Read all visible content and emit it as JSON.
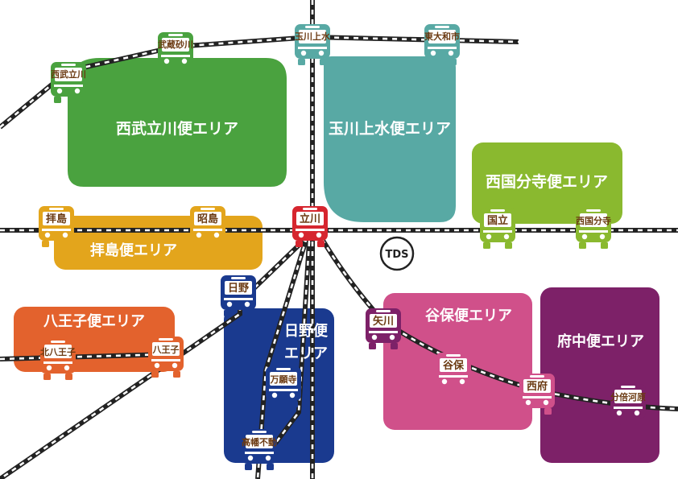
{
  "colors": {
    "seibu_tachikawa": "#4aa23f",
    "tamagawa_josui": "#58a9a4",
    "nishi_kokubunji": "#8ab92f",
    "haijima": "#e3a51c",
    "hachioji": "#e3622d",
    "hino": "#1a3a8f",
    "yaho": "#d0508a",
    "fuchu": "#7d2168",
    "tachikawa_hub": "#d6262f",
    "station_text": "#6b3a12",
    "rail_dark": "#222222"
  },
  "zones": {
    "seibu_tachikawa": "西武立川便エリア",
    "tamagawa_josui": "玉川上水便エリア",
    "nishi_kokubunji": "西国分寺便エリア",
    "haijima": "拝島便エリア",
    "hachioji": "八王子便エリア",
    "hino_line1": "日野便",
    "hino_line2": "エリア",
    "yaho": "谷保便エリア",
    "fuchu": "府中便エリア"
  },
  "stations": {
    "seibu_tachikawa": "西武立川",
    "musashi_sunagawa": "武蔵砂川",
    "tamagawa_josui": "玉川上水",
    "higashi_yamato": "東大和市",
    "haijima": "拝島",
    "akishima": "昭島",
    "tachikawa": "立川",
    "kunitachi": "国立",
    "nishi_kokubunji": "西国分寺",
    "hino": "日野",
    "kita_hachioji": "北八王子",
    "hachioji": "八王子",
    "manganji": "万願寺",
    "takahata_fudo": "高幡不動",
    "yagawa": "矢川",
    "yaho": "谷保",
    "nishifu": "西府",
    "bubaigawara": "分倍河原"
  },
  "tds_label": "TDS"
}
